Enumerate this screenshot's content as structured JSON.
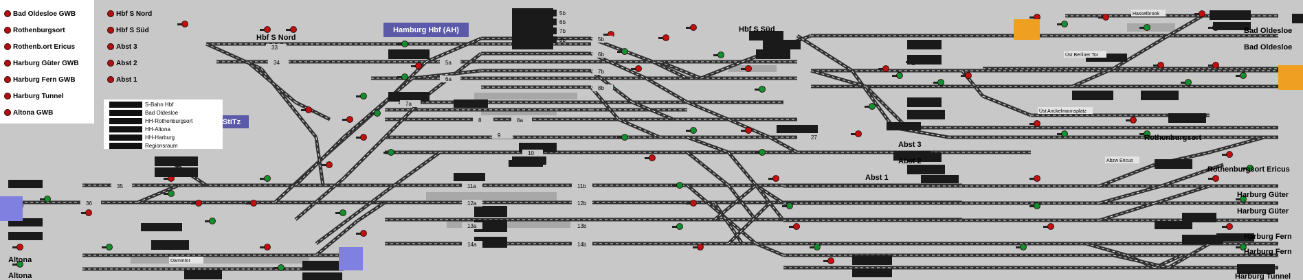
{
  "legend_left": [
    {
      "label": "Bad Oldesloe GWB"
    },
    {
      "label": "Rothenburgsort"
    },
    {
      "label": "Rothenb.ort Ericus"
    },
    {
      "label": "Harburg Güter GWB"
    },
    {
      "label": "Harburg Fern GWB"
    },
    {
      "label": "Harburg Tunnel"
    },
    {
      "label": "Altona GWB"
    }
  ],
  "legend_right": [
    {
      "label": "Hbf S Nord"
    },
    {
      "label": "Hbf S Süd"
    },
    {
      "label": "Abst 3"
    },
    {
      "label": "Abst 2"
    },
    {
      "label": "Abst 1"
    }
  ],
  "destinations": [
    {
      "label": "S-Bahn Hbf"
    },
    {
      "label": "Bad Oldesloe"
    },
    {
      "label": "HH-Rothenburgsort"
    },
    {
      "label": "HH-Altona"
    },
    {
      "label": "HH-Harburg"
    },
    {
      "label": "Regionsraum"
    }
  ],
  "station_boxes": {
    "hbf": "Hamburg Hbf (AH)",
    "stitz": "StiTz"
  },
  "area_labels": {
    "hbf_s_nord": "Hbf S Nord",
    "hbf_s_sud": "Hbf S Süd",
    "abst3": "Abst 3",
    "abst2": "Abst 2",
    "abst1": "Abst 1",
    "hasselbrook": "Hasselbrook",
    "ust_berliner_tor": "Üst Berliner Tor",
    "ust_anckel": "Üst Anckelmannsplatz",
    "abzw_ericus": "Abzw Ericus",
    "dammtor": "Dammtor",
    "altona_1": "Altona",
    "altona_2": "Altona",
    "bad_oldesloe_1": "Bad Oldesloe",
    "bad_oldesloe_2": "Bad Oldesloe",
    "rothenburgsort": "Rothenburgsort",
    "rothenburgsort_ericus": "Rothenburgsort Ericus",
    "harburg_guter_1": "Harburg Güter",
    "harburg_guter_2": "Harburg Güter",
    "harburg_fern_1": "Harburg Fern",
    "harburg_fern_2": "Harburg Fern",
    "harburg_tunnel": "Harburg Tunnel"
  },
  "platform_list": [
    "5b",
    "6b",
    "7b",
    "8b"
  ],
  "track_labels": {
    "t33": "33",
    "t34": "34",
    "t35": "35",
    "t36": "36",
    "t5a": "5a",
    "t6a": "6a",
    "t7a": "7a",
    "t8a": "8a",
    "t5b": "5b",
    "t6b": "6b",
    "t7b": "7b",
    "t8b": "8b",
    "t8": "8",
    "t9": "9",
    "t10": "10",
    "t11a": "11a",
    "t12a": "12a",
    "t13a": "13a",
    "t14a": "14a",
    "t11b": "11b",
    "t12b": "12b",
    "t13b": "13b",
    "t14b": "14b",
    "t27": "27"
  },
  "colors": {
    "background": "#c8c8c8",
    "track": "#303030",
    "signal_red": "#c01010",
    "signal_green": "#109030",
    "station_box": "#5a5aa8",
    "orange_marker": "#f0a020",
    "blue_marker": "#8080e0"
  }
}
